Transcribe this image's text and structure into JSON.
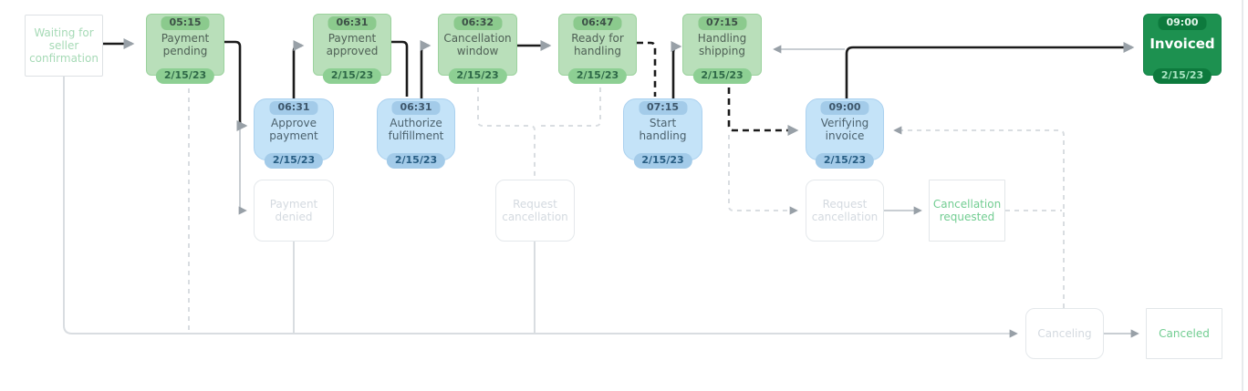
{
  "diagram": {
    "title": "order-status-flow",
    "colors": {
      "active_green_fill": "#b9dfba",
      "active_blue_fill": "#c4e3f8",
      "final_green_fill": "#1d9150",
      "ghost_text": "#d4dae0",
      "outcome_green_text": "#72cd92",
      "edge_black": "#1b1b1b",
      "edge_gray": "#c9ced3",
      "edge_light": "#d9dde1",
      "arrowhead": "#98a0a7"
    },
    "nodes": {
      "waiting": {
        "label": "Waiting for seller confirmation"
      },
      "payment_pending": {
        "time": "05:15",
        "label": "Payment pending",
        "date": "2/15/23"
      },
      "payment_approved": {
        "time": "06:31",
        "label": "Payment approved",
        "date": "2/15/23"
      },
      "cancellation_window": {
        "time": "06:32",
        "label": "Cancellation window",
        "date": "2/15/23"
      },
      "ready_for_handling": {
        "time": "06:47",
        "label": "Ready for handling",
        "date": "2/15/23"
      },
      "handling_shipping": {
        "time": "07:15",
        "label": "Handling shipping",
        "date": "2/15/23"
      },
      "invoiced": {
        "time": "09:00",
        "label": "Invoiced",
        "date": "2/15/23"
      },
      "approve_payment": {
        "time": "06:31",
        "label": "Approve payment",
        "date": "2/15/23"
      },
      "authorize_fulfillment": {
        "time": "06:31",
        "label": "Authorize fulfillment",
        "date": "2/15/23"
      },
      "start_handling": {
        "time": "07:15",
        "label": "Start handling",
        "date": "2/15/23"
      },
      "verifying_invoice": {
        "time": "09:00",
        "label": "Verifying invoice",
        "date": "2/15/23"
      },
      "payment_denied": {
        "label": "Payment denied"
      },
      "request_cancellation_1": {
        "label": "Request cancellation"
      },
      "request_cancellation_2": {
        "label": "Request cancellation"
      },
      "cancellation_requested": {
        "label": "Cancellation requested"
      },
      "canceling": {
        "label": "Canceling"
      },
      "canceled": {
        "label": "Canceled"
      }
    }
  }
}
